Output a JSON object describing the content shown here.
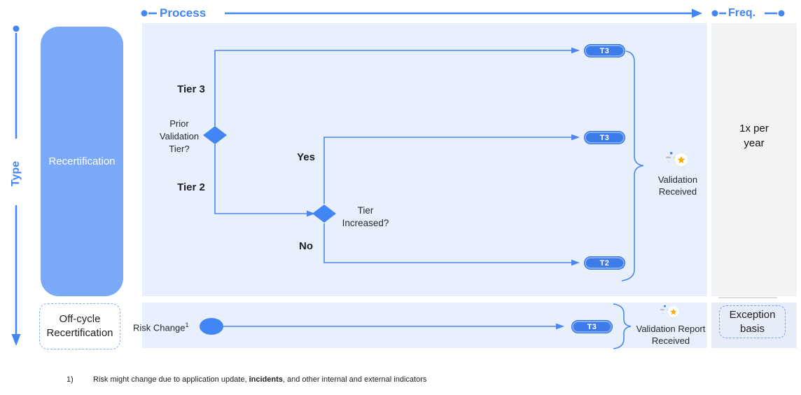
{
  "axes": {
    "process": "Process",
    "freq": "Freq.",
    "type": "Type"
  },
  "rows": {
    "recertification": "Recertification",
    "off_cycle_line1": "Off-cycle",
    "off_cycle_line2": "Recertification"
  },
  "flow": {
    "tier3_label": "Tier 3",
    "tier2_label": "Tier 2",
    "decision1_line1": "Prior",
    "decision1_line2": "Validation",
    "decision1_line3": "Tier?",
    "decision2_line1": "Tier",
    "decision2_line2": "Increased?",
    "yes_label": "Yes",
    "no_label": "No",
    "pill_top": "T3",
    "pill_mid": "T3",
    "pill_bottom": "T2",
    "pill_offcycle": "T3",
    "validation_line1": "Validation",
    "validation_line2": "Received",
    "report_line1": "Validation Report",
    "report_line2": "Received",
    "risk_change": "Risk Change",
    "risk_change_footref": "1"
  },
  "freq_col": {
    "annual_line1": "1x per",
    "annual_line2": "year",
    "exception_line1": "Exception",
    "exception_line2": "basis"
  },
  "footnote": {
    "marker": "1)",
    "text_pre": "Risk might change due to application update, ",
    "text_bold": "incidents",
    "text_post": ", and other internal and external indicators"
  },
  "colors": {
    "accent_blue": "#4285f4",
    "flow_line_blue": "#4e86f0",
    "panel_blue": "#e8f0fe",
    "panel_gray": "#f1f3f4",
    "panel_blue_gray": "#e7edf8",
    "row_box_blue": "#7aa9f8",
    "pill_blue": "#3d7ce8",
    "star_gold": "#f9ab00"
  }
}
